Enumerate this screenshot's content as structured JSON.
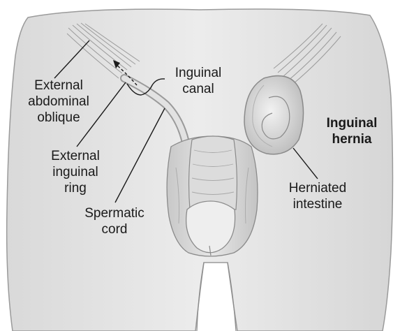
{
  "labels": {
    "external_abdominal_oblique": [
      "External",
      "abdominal",
      "oblique"
    ],
    "inguinal_canal": [
      "Inguinal",
      "canal"
    ],
    "external_inguinal_ring": [
      "External",
      "inguinal",
      "ring"
    ],
    "spermatic_cord": [
      "Spermatic",
      "cord"
    ],
    "inguinal_hernia": [
      "Inguinal",
      "hernia"
    ],
    "herniated_intestine": [
      "Herniated",
      "intestine"
    ]
  },
  "colors": {
    "skin_fill": "#e4e4e4",
    "skin_shade": "#cfcfcf",
    "outline": "#8a8a8a",
    "leader_line": "#1a1a1a",
    "text": "#1a1a1a"
  }
}
